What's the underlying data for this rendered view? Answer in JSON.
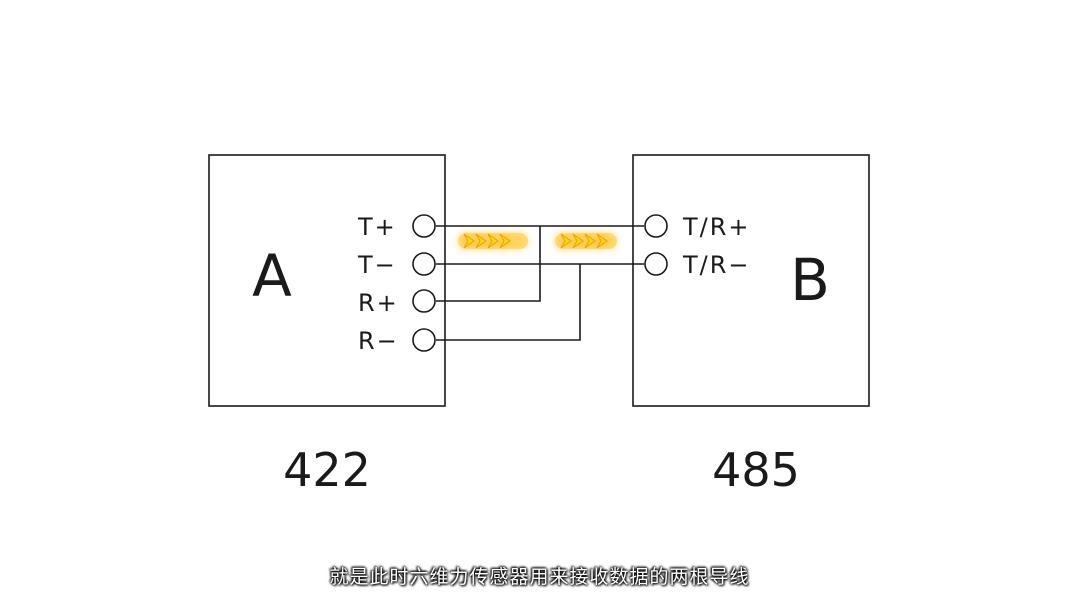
{
  "device_a": {
    "name": "A",
    "standard": "422",
    "pins": [
      "T+",
      "T−",
      "R+",
      "R−"
    ]
  },
  "device_b": {
    "name": "B",
    "standard": "485",
    "pins": [
      "T/R+",
      "T/R−"
    ]
  },
  "subtitle": "就是此时六维力传感器用来接收数据的两根导线",
  "colors": {
    "line": "#1a1a1a",
    "arrow_glow": "#ffb400",
    "arrow_fill": "#ffe14d"
  }
}
